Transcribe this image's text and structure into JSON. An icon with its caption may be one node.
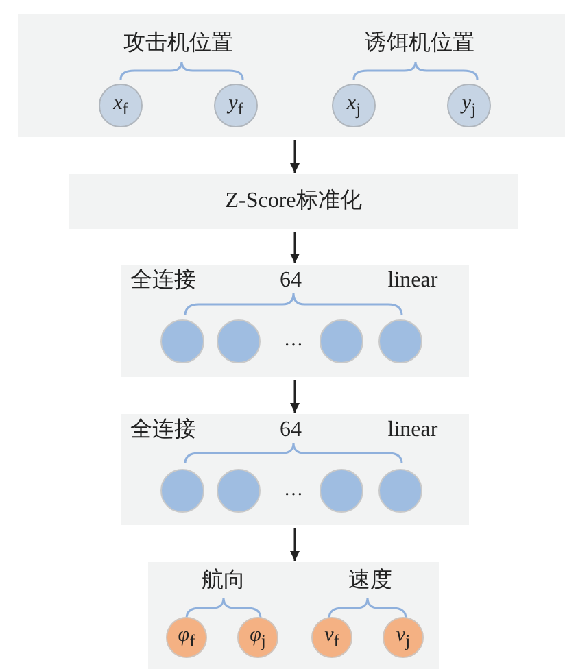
{
  "diagram": {
    "nodes": [
      {
        "text": [
          "攻击机位置",
          "诱饵机位置"
        ]
      },
      {
        "text": [
          "*x*$_{f}$"
        ],
        "in": 0
      },
      {
        "text": [
          "*y*$_{f}$"
        ],
        "in": 0
      },
      {
        "text": [
          "*x*$_{j}$"
        ],
        "in": 0
      },
      {
        "text": [
          "*y*$_{j}$"
        ],
        "in": 0
      },
      {
        "text": [
          "Z-Score标准化"
        ]
      },
      {
        "text": [
          "全连接",
          "64",
          "linear"
        ]
      },
      {
        "text": [],
        "shape": "circle",
        "in": 6
      },
      {
        "text": [],
        "shape": "circle",
        "in": 6
      },
      {
        "text": [],
        "shape": "circle",
        "in": 6
      },
      {
        "text": [],
        "shape": "circle",
        "in": 6
      },
      {
        "text": [
          "全连接",
          "64",
          "linear"
        ]
      },
      {
        "text": [],
        "shape": "circle",
        "in": 11
      },
      {
        "text": [],
        "shape": "circle",
        "in": 11
      },
      {
        "text": [],
        "shape": "circle",
        "in": 11
      },
      {
        "text": [],
        "shape": "circle",
        "in": 11
      },
      {
        "text": [
          "航向",
          "速度"
        ]
      },
      {
        "text": [
          "*φ*$_{f}$"
        ],
        "in": 16
      },
      {
        "text": [
          "*φ*$_{j}$"
        ],
        "in": 16
      },
      {
        "text": [
          "*v*$_{f}$"
        ],
        "in": 16
      },
      {
        "text": [
          "*v*$_{j}$"
        ],
        "in": 16
      }
    ],
    "edges": [
      {
        "from": 0,
        "to": 5,
        "arrow": "to"
      },
      {
        "from": 5,
        "to": 6,
        "arrow": "to"
      },
      {
        "from": 6,
        "to": 11,
        "arrow": "to"
      },
      {
        "from": 11,
        "to": 16,
        "arrow": "to"
      }
    ],
    "labels": [
      "…",
      "…"
    ]
  }
}
